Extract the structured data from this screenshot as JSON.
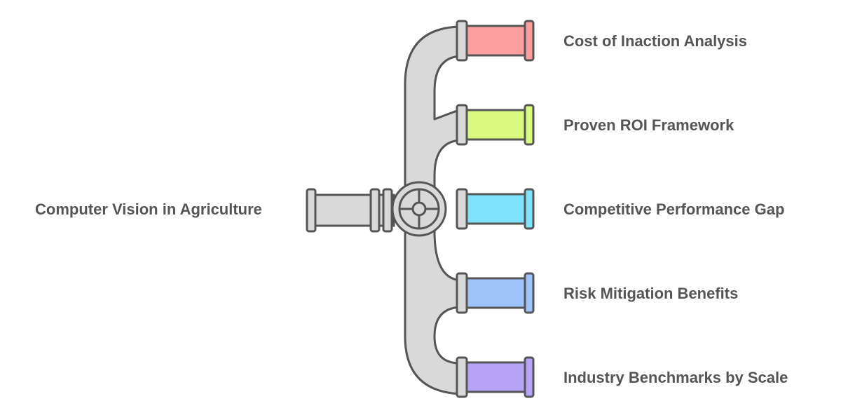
{
  "source": {
    "label": "Computer Vision in Agriculture"
  },
  "branches": [
    {
      "label": "Cost of Inaction Analysis",
      "color": "#ff9e9e"
    },
    {
      "label": "Proven ROI Framework",
      "color": "#d9f97f"
    },
    {
      "label": "Competitive Performance Gap",
      "color": "#7fe3fb"
    },
    {
      "label": "Risk Mitigation Benefits",
      "color": "#9fc3fb"
    },
    {
      "label": "Industry Benchmarks by Scale",
      "color": "#b7a4f9"
    }
  ],
  "colors": {
    "pipe": "#d9d9d9",
    "stroke": "#555555",
    "text": "#555555"
  }
}
